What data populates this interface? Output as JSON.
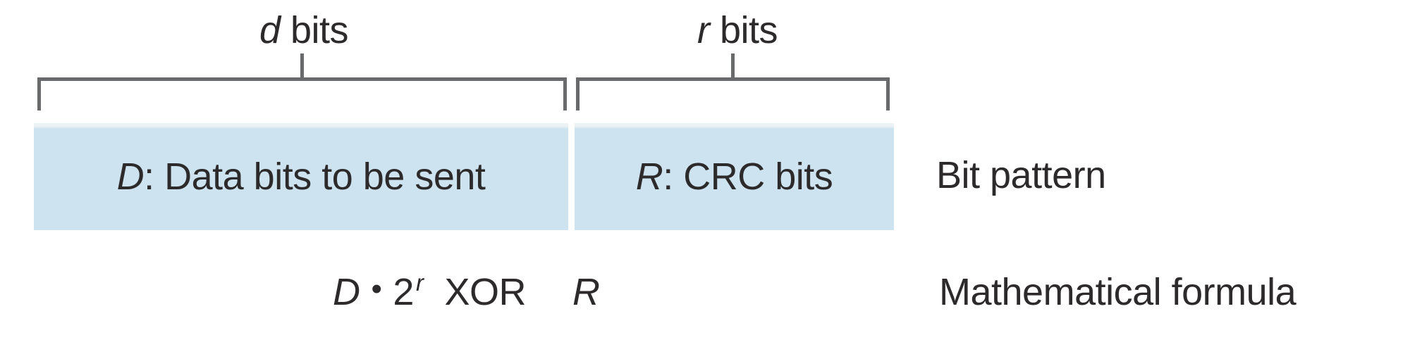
{
  "figure": {
    "braces": [
      {
        "var": "d",
        "rest": " bits"
      },
      {
        "var": "r",
        "rest": " bits"
      }
    ],
    "boxes": [
      {
        "var": "D",
        "rest": ": Data bits to be sent"
      },
      {
        "var": "R",
        "rest": ": CRC bits"
      }
    ],
    "row_labels": {
      "bit_pattern": "Bit pattern",
      "math_formula": "Mathematical formula"
    },
    "formula": {
      "d_var": "D",
      "dot": "•",
      "base": "2",
      "exp": "r",
      "op": "XOR",
      "r_var": "R"
    },
    "colors": {
      "box_fill": "#cde4f0",
      "box_fill_top": "#edf2f5",
      "bracket": "#696a6c",
      "text": "#2d2a2b"
    }
  }
}
